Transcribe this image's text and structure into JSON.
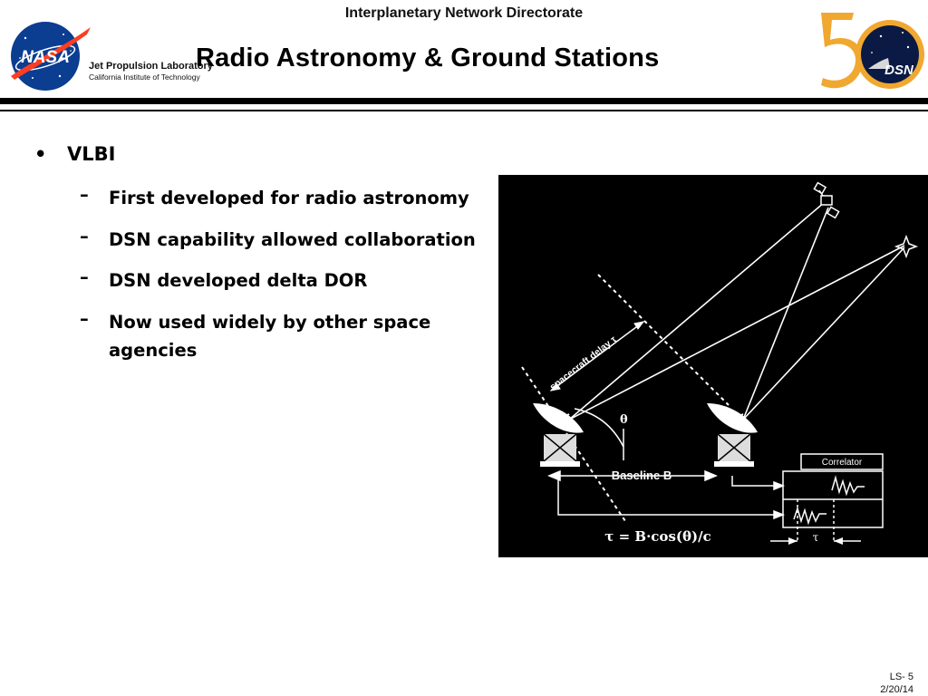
{
  "header": {
    "directorate": "Interplanetary Network Directorate",
    "title": "Radio Astronomy & Ground Stations",
    "nasa_logo_text": "NASA",
    "jpl_name": "Jet Propulsion Laboratory",
    "jpl_sub": "California Institute of Technology",
    "dsn_logo_text": "DSN"
  },
  "content": {
    "bullet": "VLBI",
    "subitems": [
      "First developed for radio astronomy",
      "DSN capability allowed collaboration",
      "DSN developed delta DOR",
      "Now used widely by other space agencies"
    ]
  },
  "figure": {
    "delay_label": "spacecraft delay τ",
    "angle_label": "θ",
    "baseline_label": "Baseline B",
    "correlator_label": "Correlator",
    "tau_label": "τ",
    "formula": "τ = B·cos(θ)/c"
  },
  "footer": {
    "page": "LS- 5",
    "date": "2/20/14"
  },
  "colors": {
    "nasa_blue": "#0b3d91",
    "nasa_red": "#fc3d21",
    "dsn_gold": "#f0a830"
  }
}
